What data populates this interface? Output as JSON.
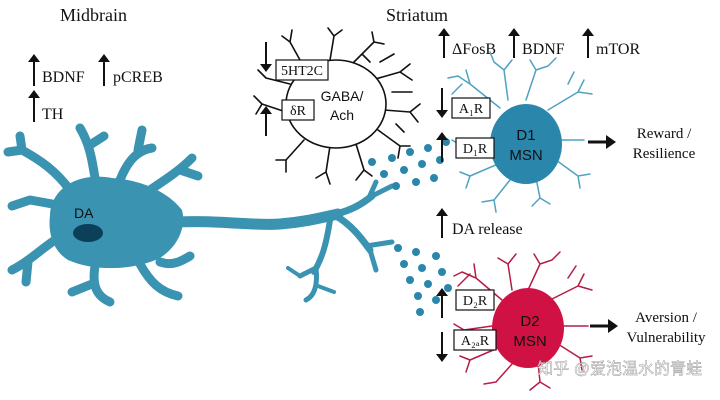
{
  "midbrain": {
    "title": "Midbrain",
    "markers": [
      "BDNF",
      "pCREB",
      "TH"
    ],
    "neuron_label": "DA"
  },
  "striatum": {
    "title": "Striatum",
    "top_markers": [
      "ΔFosB",
      "BDNF",
      "mTOR"
    ],
    "da_release": "DA release",
    "interneuron": {
      "line1": "GABA/",
      "line2": "Ach",
      "receptors": [
        "5HT2C",
        "δR"
      ]
    },
    "d1": {
      "line1": "D1",
      "line2": "MSN",
      "receptors": [
        "A₁R",
        "D₁R"
      ],
      "outcome_line1": "Reward /",
      "outcome_line2": "Resilience"
    },
    "d2": {
      "line1": "D2",
      "line2": "MSN",
      "receptors": [
        "D₂R",
        "A₂ₐR"
      ],
      "outcome_line1": "Aversion /",
      "outcome_line2": "Vulnerability"
    }
  },
  "watermark": "知乎 @爱泡温水的青蛙",
  "colors": {
    "da_neuron": "#3a93b0",
    "d1_msn": "#2a86ab",
    "d1_dendrites": "#4fa3c2",
    "d2_msn": "#cf1243",
    "d2_dendrites": "#b51d45",
    "text": "#111111"
  }
}
